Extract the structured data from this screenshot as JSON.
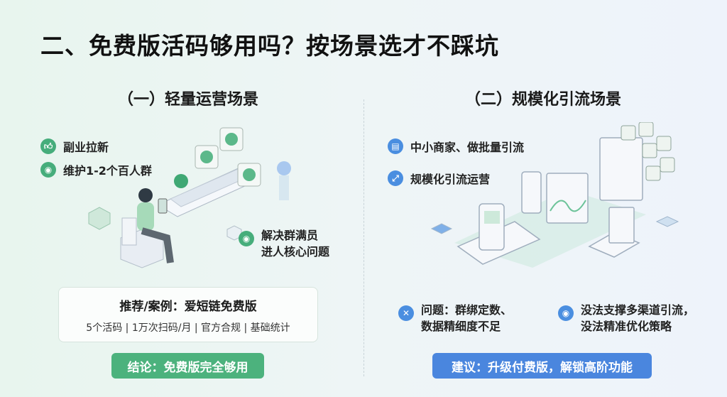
{
  "title": "二、免费版活码够用吗？按场景选才不踩坑",
  "left": {
    "heading": "（一）轻量运营场景",
    "bullets": [
      {
        "icon": "thumbs-up-icon",
        "text": "副业拉新"
      },
      {
        "icon": "users-icon",
        "text": "维护1-2个百人群"
      }
    ],
    "note": {
      "icon": "users-icon",
      "lines": [
        "解决群满员",
        "进人核心问题"
      ]
    },
    "card": {
      "title": "推荐/案例：爱短链免费版",
      "subtitle": "5个活码 | 1万次扫码/月 | 官方合规 | 基础统计"
    },
    "conclusion": "结论：免费版完全够用"
  },
  "right": {
    "heading": "（二）规模化引流场景",
    "bullets": [
      {
        "icon": "store-icon",
        "text": "中小商家、做批量引流"
      },
      {
        "icon": "expand-arrows-icon",
        "text": "规模化引流运营"
      }
    ],
    "problems": [
      {
        "icon": "close-circle-icon",
        "lines": [
          "问题：群绑定数、",
          "数据精细度不足"
        ]
      },
      {
        "icon": "users-icon",
        "lines": [
          "没法支撑多渠道引流，",
          "没法精准优化策略"
        ]
      }
    ],
    "suggestion": "建议：升级付费版，解锁高阶功能"
  },
  "colors": {
    "green": "#4cb27d",
    "blue": "#4a86de"
  }
}
